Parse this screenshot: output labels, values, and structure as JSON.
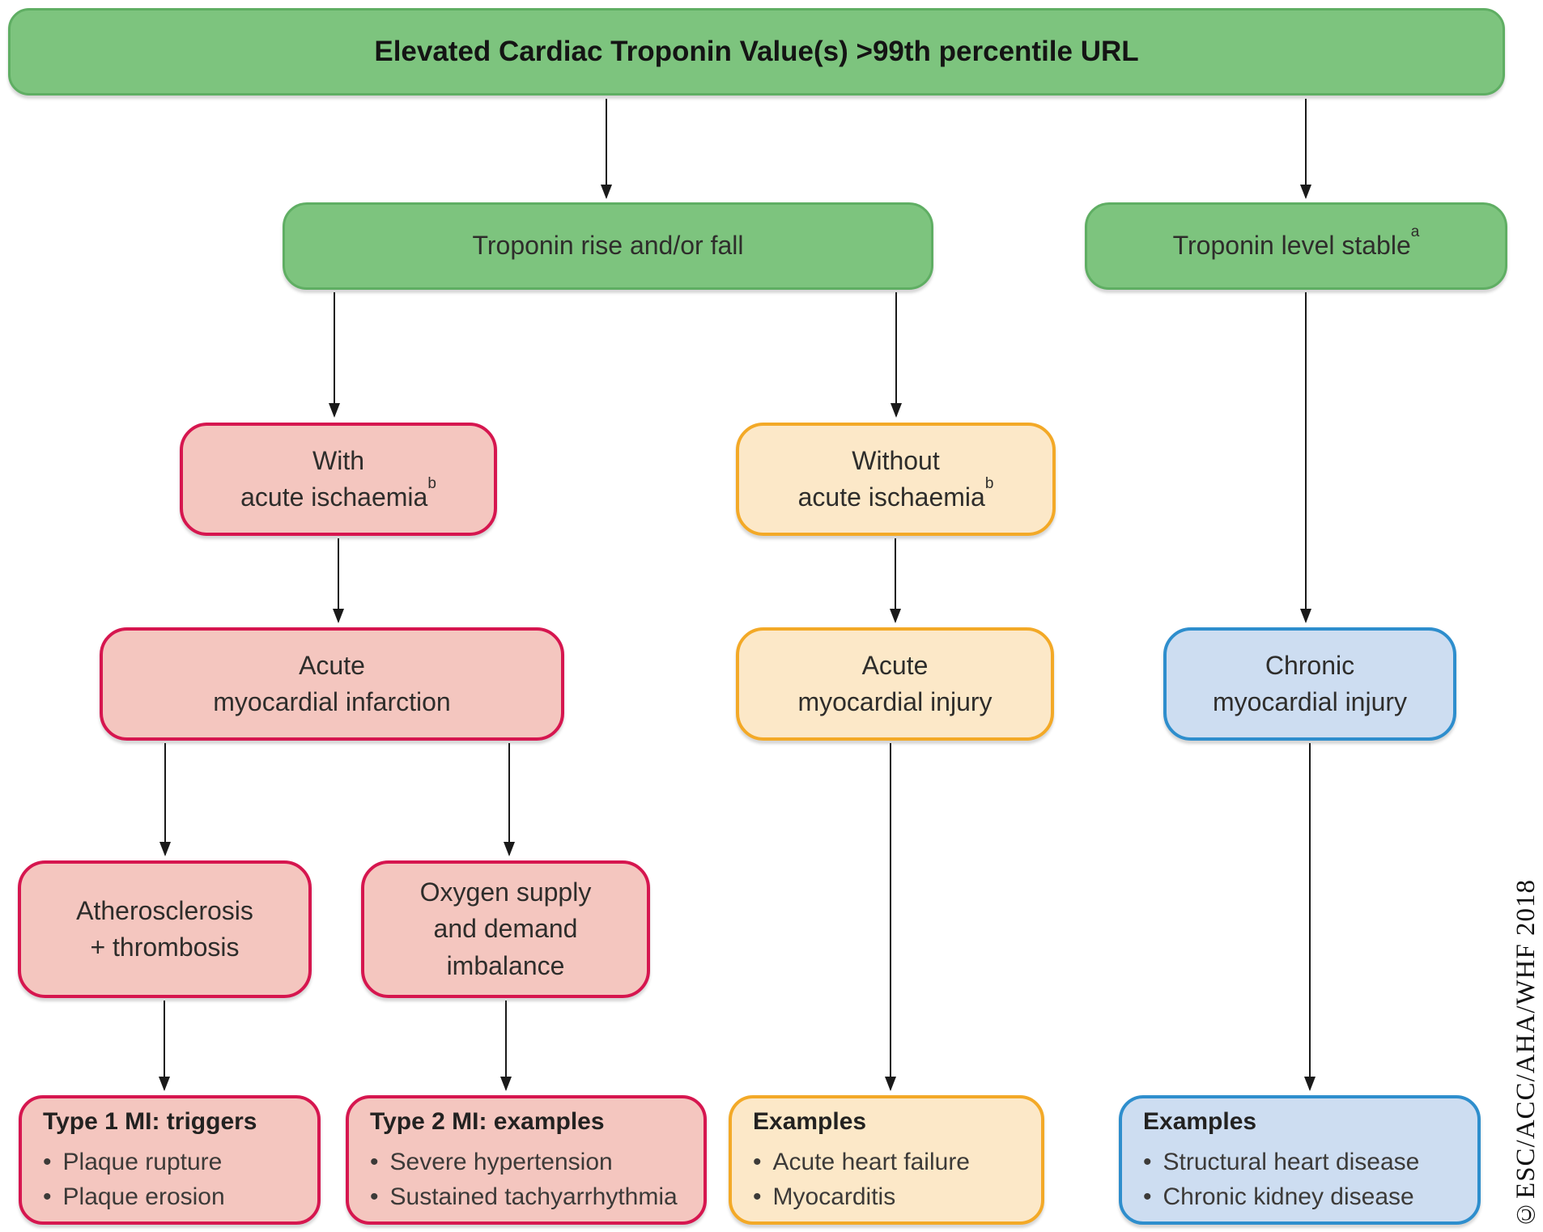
{
  "title": "Elevated Cardiac Troponin Value(s) >99th percentile URL",
  "bullet_glyph": "•",
  "copyright": "©ESC/ACC/AHA/WHF 2018",
  "colors": {
    "green_fill": "#7dc47e",
    "green_border": "#5fae63",
    "red_fill": "#f4c6bf",
    "red_border": "#d6164f",
    "yellow_fill": "#fce8c8",
    "yellow_border": "#f3a927",
    "blue_fill": "#cdddf1",
    "blue_border": "#2e8ecd",
    "arrow": "#1a1a1a"
  },
  "nodes": {
    "rise_fall": {
      "line1": "Troponin rise and/or fall"
    },
    "stable": {
      "line1": "Troponin level stable",
      "sup": "a"
    },
    "with_ischaemia": {
      "line1": "With",
      "line2": "acute ischaemia",
      "sup": "b"
    },
    "without_ischaemia": {
      "line1": "Without",
      "line2": "acute ischaemia",
      "sup": "b"
    },
    "acute_mi": {
      "line1": "Acute",
      "line2": "myocardial infarction"
    },
    "acute_injury": {
      "line1": "Acute",
      "line2": "myocardial injury"
    },
    "chronic_injury": {
      "line1": "Chronic",
      "line2": "myocardial injury"
    },
    "atherosclerosis": {
      "line1": "Atherosclerosis",
      "line2": "+ thrombosis"
    },
    "oxygen_imbalance": {
      "line1": "Oxygen supply",
      "line2": "and demand",
      "line3": "imbalance"
    },
    "type1_mi": {
      "header": "Type 1 MI: triggers",
      "bullets": [
        "Plaque rupture",
        "Plaque erosion"
      ]
    },
    "type2_mi": {
      "header": "Type 2 MI: examples",
      "bullets": [
        "Severe hypertension",
        "Sustained tachyarrhythmia"
      ]
    },
    "examples_acute": {
      "header": "Examples",
      "bullets": [
        "Acute heart failure",
        "Myocarditis"
      ]
    },
    "examples_chronic": {
      "header": "Examples",
      "bullets": [
        "Structural heart disease",
        "Chronic kidney disease"
      ]
    }
  },
  "edges": [
    {
      "from": "elevated-troponin",
      "to": "troponin-rise-fall"
    },
    {
      "from": "elevated-troponin",
      "to": "troponin-level-stable"
    },
    {
      "from": "troponin-rise-fall",
      "to": "with-acute-ischaemia"
    },
    {
      "from": "troponin-rise-fall",
      "to": "without-acute-ischaemia"
    },
    {
      "from": "with-acute-ischaemia",
      "to": "acute-myocardial-infarction"
    },
    {
      "from": "without-acute-ischaemia",
      "to": "acute-myocardial-injury"
    },
    {
      "from": "troponin-level-stable",
      "to": "chronic-myocardial-injury"
    },
    {
      "from": "acute-myocardial-infarction",
      "to": "atherosclerosis-thrombosis"
    },
    {
      "from": "acute-myocardial-infarction",
      "to": "oxygen-supply-demand-imbalance"
    },
    {
      "from": "atherosclerosis-thrombosis",
      "to": "type1-mi-triggers"
    },
    {
      "from": "oxygen-supply-demand-imbalance",
      "to": "type2-mi-examples"
    },
    {
      "from": "acute-myocardial-injury",
      "to": "examples-acute-injury"
    },
    {
      "from": "chronic-myocardial-injury",
      "to": "examples-chronic-injury"
    }
  ]
}
